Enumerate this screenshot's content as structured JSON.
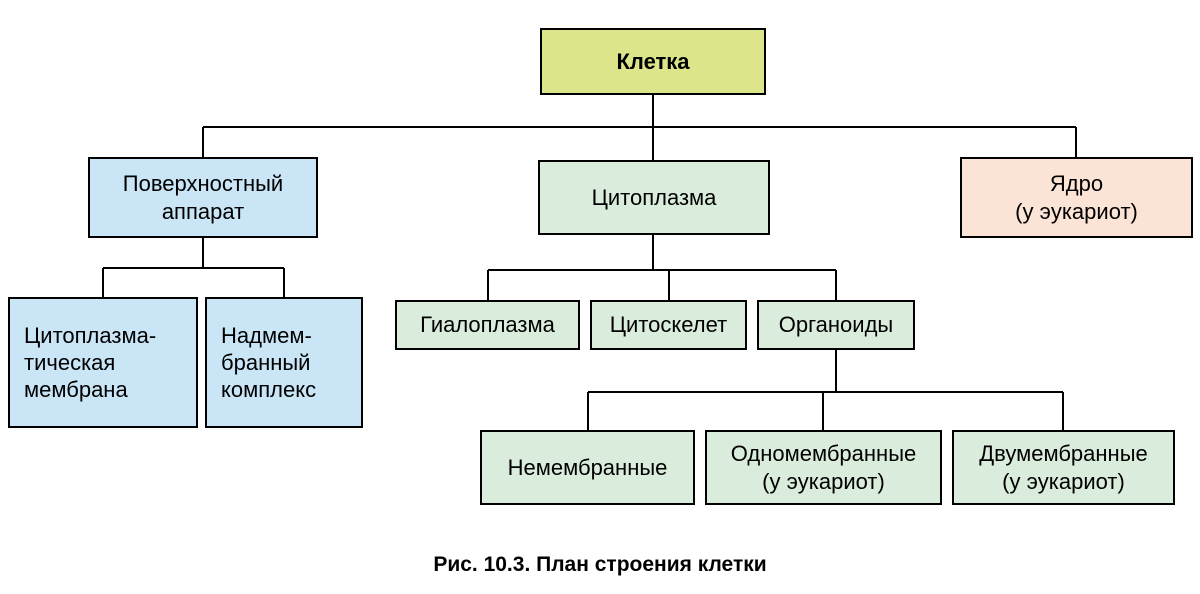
{
  "figure": {
    "caption": "Рис. 10.3. План строения клетки"
  },
  "nodes": {
    "cell": "Клетка",
    "surface_apparatus": "Поверхностный\nаппарат",
    "cytoplasm": "Цитоплазма",
    "nucleus": "Ядро\n(у эукариот)",
    "cytoplasmic_membrane": "Цитоплазма-\nтическая\nмембрана",
    "supramembrane_complex": "Надмем-\nбранный\nкомплекс",
    "hyaloplasm": "Гиалоплазма",
    "cytoskeleton": "Цитоскелет",
    "organelles": "Органоиды",
    "non_membrane": "Немембранные",
    "single_membrane": "Одномембранные\n(у эукариот)",
    "double_membrane": "Двумембранные\n(у эукариот)"
  },
  "hierarchy": {
    "cell": [
      "surface_apparatus",
      "cytoplasm",
      "nucleus"
    ],
    "surface_apparatus": [
      "cytoplasmic_membrane",
      "supramembrane_complex"
    ],
    "cytoplasm": [
      "hyaloplasm",
      "cytoskeleton",
      "organelles"
    ],
    "organelles": [
      "non_membrane",
      "single_membrane",
      "double_membrane"
    ]
  },
  "colors": {
    "cell_box": "#dde58a",
    "surface_group_boxes": "#c9e5f6",
    "cytoplasm_group_boxes": "#daecdc",
    "nucleus_box": "#fbe3d6",
    "border": "#000000",
    "connector_line": "#000000",
    "background": "#ffffff"
  }
}
